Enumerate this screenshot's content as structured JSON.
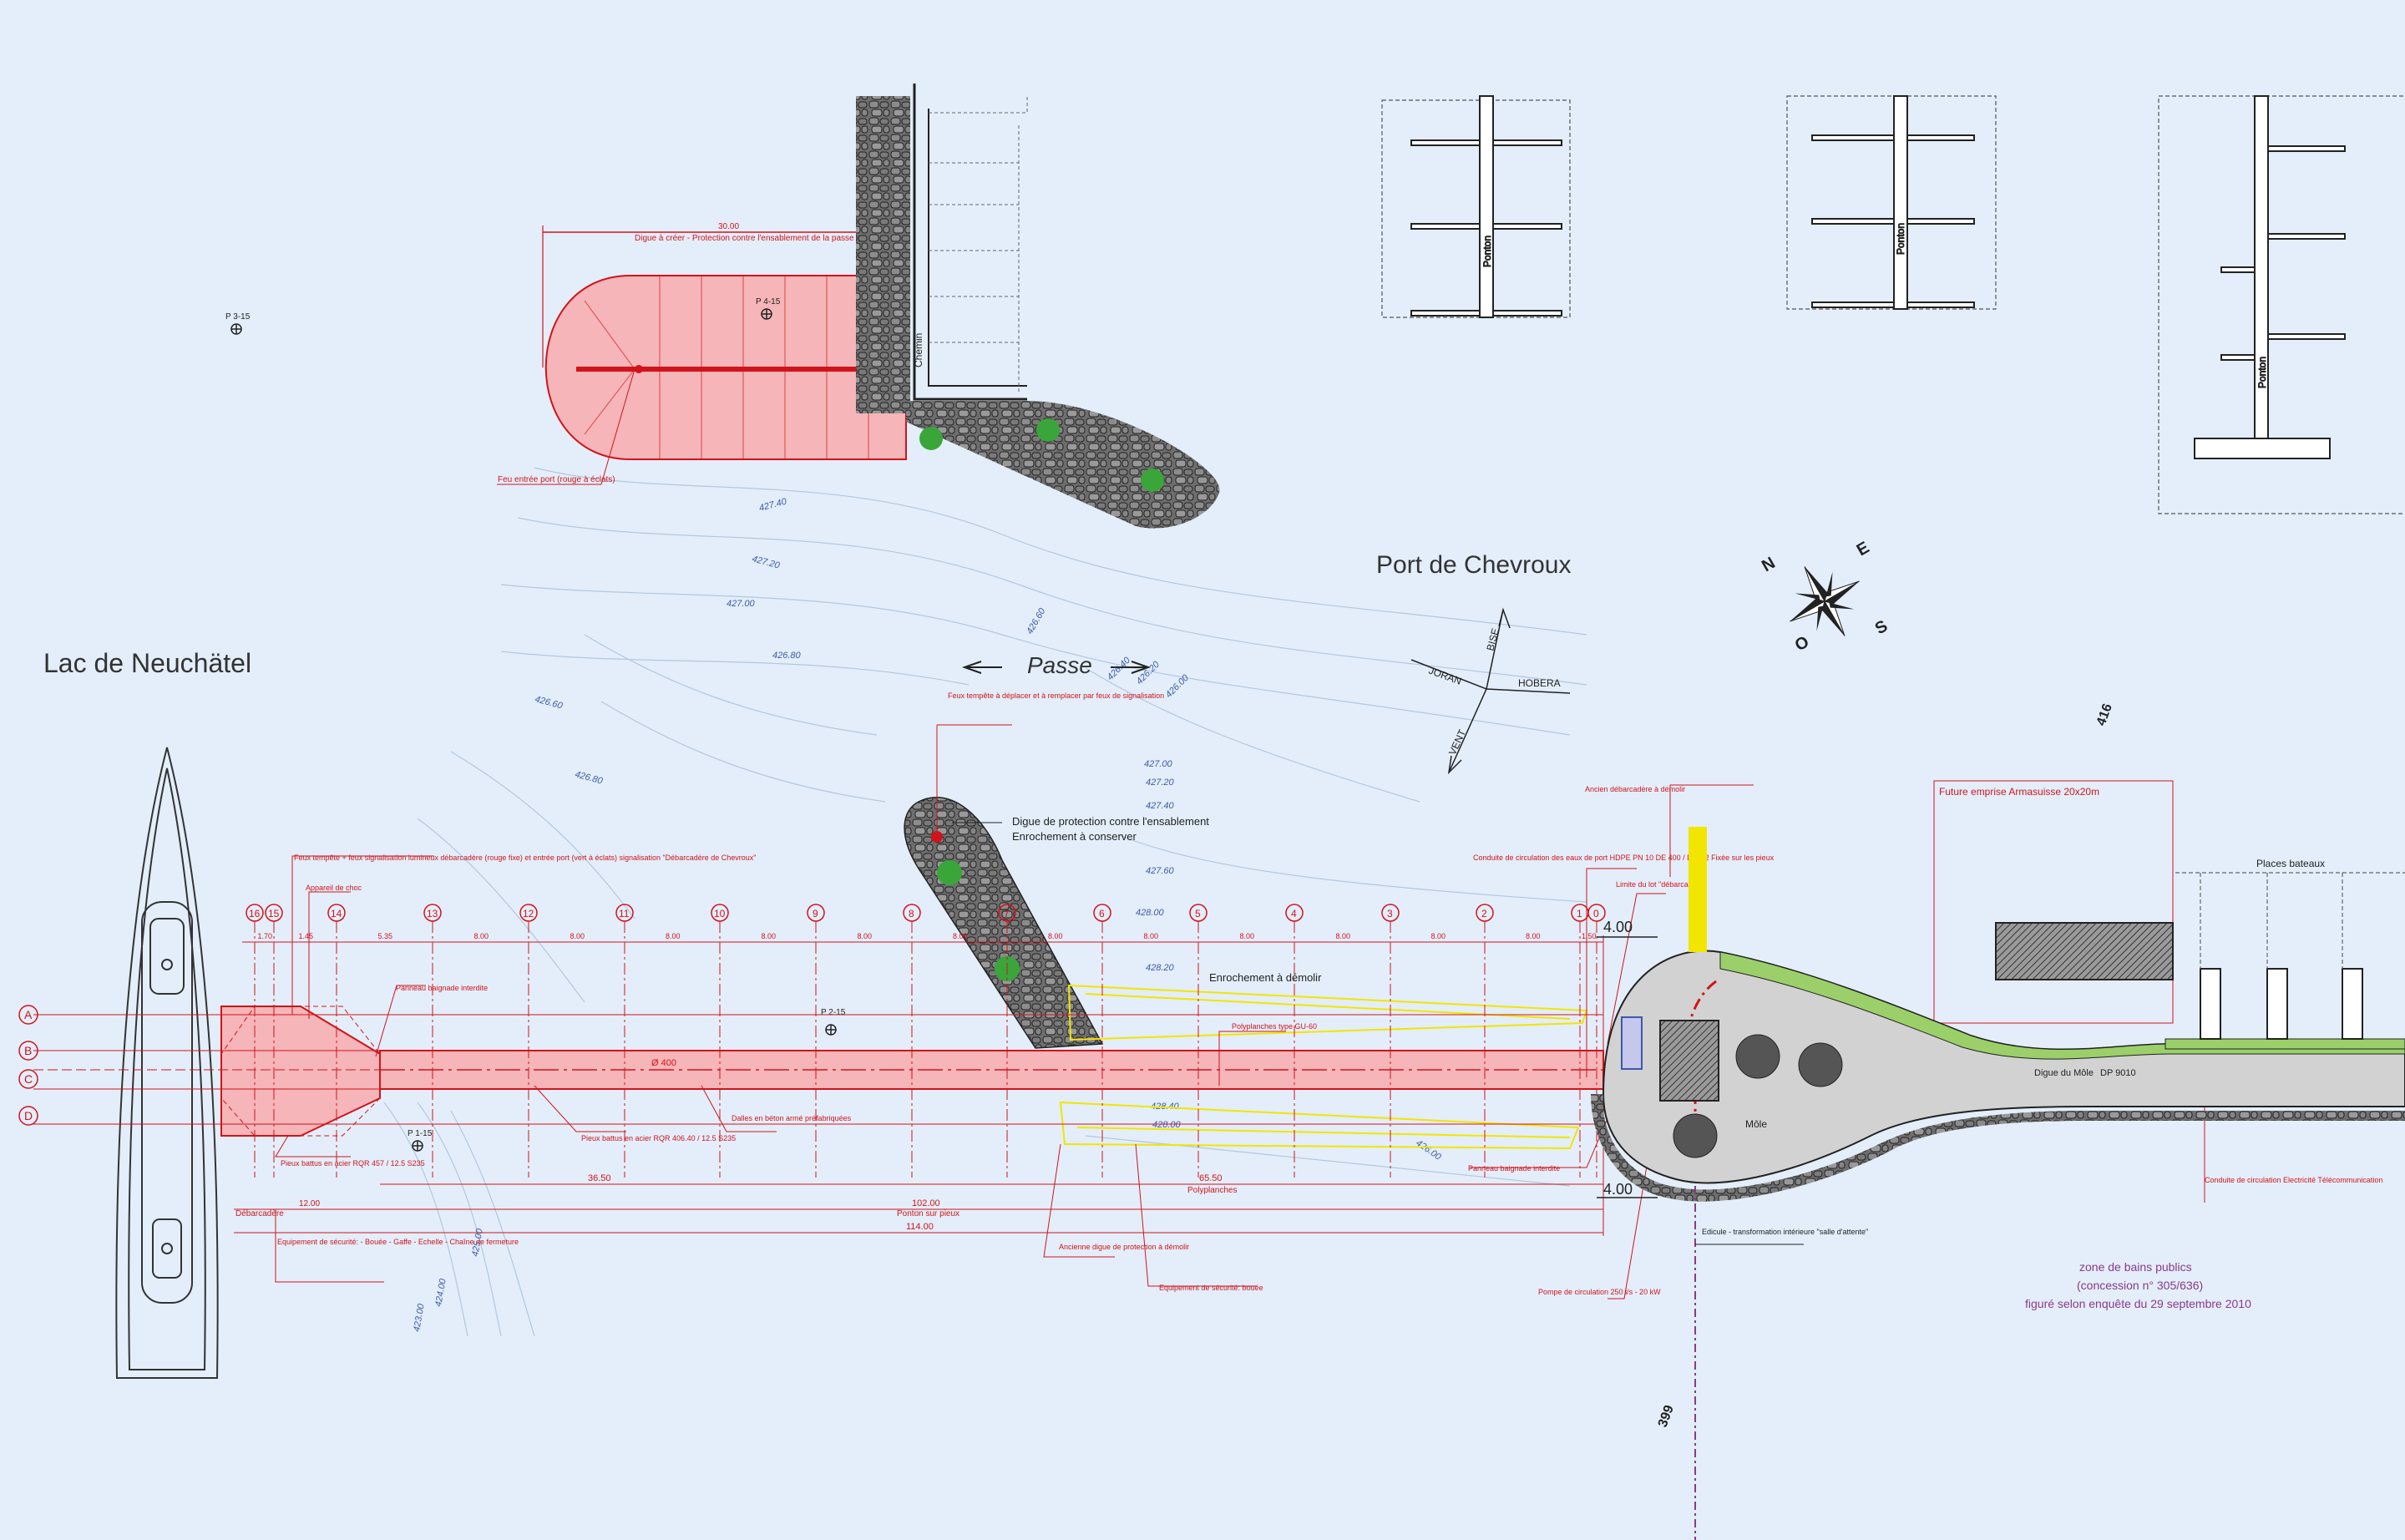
{
  "labels": {
    "lake": "Lac de Neuchätel",
    "port": "Port de Chevroux",
    "passe": "Passe",
    "mole": "Môle",
    "digue_mole": "Digue du Môle",
    "dp": "DP 9010",
    "places_bateaux": "Places bateaux",
    "enrochement_demolir": "Enrochement à démolir",
    "future_emprise": "Future emprise Armasuisse 20x20m",
    "zone_bains_1": "zone de bains publics",
    "zone_bains_2": "(concession n° 305/636)",
    "zone_bains_3": "figuré selon enquête du 29 septembre 2010",
    "chemin": "Chemin",
    "ponton": "Ponton",
    "cadastre_416": "416",
    "cadastre_399": "399",
    "digue_protection_1": "Digue de protection contre l'ensablement",
    "digue_protection_2": "Enrochement à conserver",
    "digue_oeuvrer": "Digue à créer - Protection contre l'ensablement de la passe",
    "feu_entree": "Feu entrée port (rouge à éclats)",
    "feux_tempete": "Feux tempête + feux signalisation lumineux débarcadère (rouge fixe) et entrée port (vert à éclats) signalisation \"Débarcadère de Chevroux\"",
    "appareil_choc": "Appareil de choc",
    "feux_deplacer": "Feux tempête à déplacer et à remplacer par feux de signalisation",
    "conduite_eaux": "Conduite de circulation des eaux de port HDPE PN 10 DE 400 / DI 352 Fixée sur les pieux",
    "limite_lot": "Limite du lot \"débarcadère\"",
    "ancien_debarcadere": "Ancien débarcadère à démolir",
    "panneau_baignade": "Panneau baignade interdite",
    "pieux_battus_1": "Pieux battus en acier RQR 457 / 12.5 S235",
    "pieux_battus_2": "Pieux battus en acier RQR 406.40 / 12.5 S235",
    "dalles_beton": "Dalles en béton armé préfabriquées",
    "polyplanches_type": "Polyplanches type GU-60",
    "polyplanches": "Polyplanches",
    "ponton_pieux": "Ponton sur pieux",
    "debarcadere": "Débarcadère",
    "equipement_1": "Equipement de sécurité: - Bouée - Gaffe - Echelle - Chaîne de fermeture",
    "equipement_2": "Equipement de sécurité: bouée",
    "ancienne_digue": "Ancienne digue de protection à démolir",
    "pompe": "Pompe de circulation 250 l/s - 20 kW",
    "edicule": "Edicule - transformation intérieure \"salle d'attente\"",
    "conduite_circ": "Conduite de circulation Electricité Télécommunication",
    "jorian": "JORAN",
    "bise": "BISE",
    "hobera": "HOBERA",
    "vent": "VENT",
    "compass_n": "N",
    "compass_e": "E",
    "compass_s": "S",
    "compass_o": "O",
    "p315": "P 3-15",
    "p415": "P 4-15",
    "p215": "P 2-15",
    "p115": "P 1-15",
    "dim_400_top": "4.00",
    "dim_400_bot": "4.00",
    "dim_30": "30.00",
    "dim_3650": "36.50",
    "dim_6550": "65.50",
    "dim_102": "102.00",
    "dim_114": "114.00",
    "dim_12": "12.00",
    "dia_400": "Ø 400"
  },
  "axes_rows": [
    "A",
    "B",
    "C",
    "D"
  ],
  "axes_cols": [
    "16",
    "15",
    "14",
    "13",
    "12",
    "11",
    "10",
    "9",
    "8",
    "7",
    "6",
    "5",
    "4",
    "3",
    "2",
    "1",
    "0"
  ],
  "spacings": [
    "1.70",
    "1.45",
    "5.35",
    "8.00",
    "8.00",
    "8.00",
    "8.00",
    "8.00",
    "8.00",
    "8.00",
    "8.00",
    "8.00",
    "8.00",
    "8.00",
    "8.00",
    "1.50"
  ],
  "contours": [
    "427.40",
    "427.20",
    "427.00",
    "426.80",
    "426.60",
    "426.80",
    "426.60",
    "426.40",
    "426.20",
    "426.00",
    "427.00",
    "427.20",
    "427.40",
    "427.60",
    "428.00",
    "428.20",
    "428.40",
    "428.00",
    "426.00",
    "425.00",
    "424.00",
    "423.00"
  ],
  "colors": {
    "background": "#e3eefa",
    "red": "#d0141b",
    "pink_fill": "#f6b5b8",
    "yellow": "#f2e500",
    "green": "#9bcf6a",
    "stone": "#555555",
    "mole": "#d2d2d2",
    "blue_text": "#3b5aa8"
  }
}
